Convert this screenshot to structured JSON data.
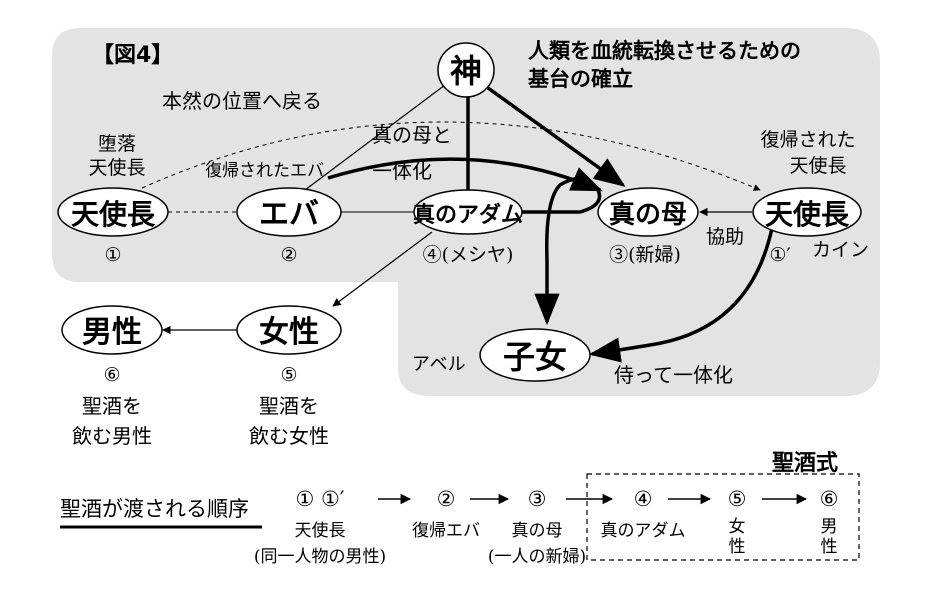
{
  "figure": {
    "label": "【図4】",
    "heading_line1": "人類を血統転換させるための",
    "heading_line2": "基台の確立"
  },
  "nodes": {
    "god": "神",
    "archangel_left": "天使長",
    "eve": "エバ",
    "true_adam": "真のアダム",
    "true_mother": "真の母",
    "archangel_right": "天使長",
    "man": "男性",
    "woman": "女性",
    "child": "子女"
  },
  "labels": {
    "fallen_l1": "堕落",
    "fallen_l2": "天使長",
    "restored_eve": "復帰されたエバ",
    "return_original": "本然の位置へ戻る",
    "one_body_l1": "真の母と",
    "one_body_l2": "一体化",
    "restored_l1": "復帰された",
    "restored_l2": "天使長",
    "cooperation": "協助",
    "cain": "カイン",
    "abel": "アベル",
    "serve_unite": "侍って一体化",
    "n1": "①",
    "n2": "②",
    "n4": "④(メシヤ)",
    "n3": "③(新婦)",
    "n1p": "①′",
    "n6": "⑥",
    "n5": "⑤",
    "man_l1": "聖酒を",
    "man_l2": "飲む男性",
    "woman_l1": "聖酒を",
    "woman_l2": "飲む女性"
  },
  "sequence": {
    "title": "聖酒が渡される順序",
    "ceremony": "聖酒式",
    "s1": "① ①′",
    "s1_sub1": "天使長",
    "s1_sub2": "(同一人物の男性)",
    "s2": "②",
    "s2_sub": "復帰エバ",
    "s3": "③",
    "s3_sub1": "真の母",
    "s3_sub2": "(一人の新婦)",
    "s4": "④",
    "s4_sub": "真のアダム",
    "s5": "⑤",
    "s5_sub1": "女",
    "s5_sub2": "性",
    "s6": "⑥",
    "s6_sub1": "男",
    "s6_sub2": "性"
  }
}
